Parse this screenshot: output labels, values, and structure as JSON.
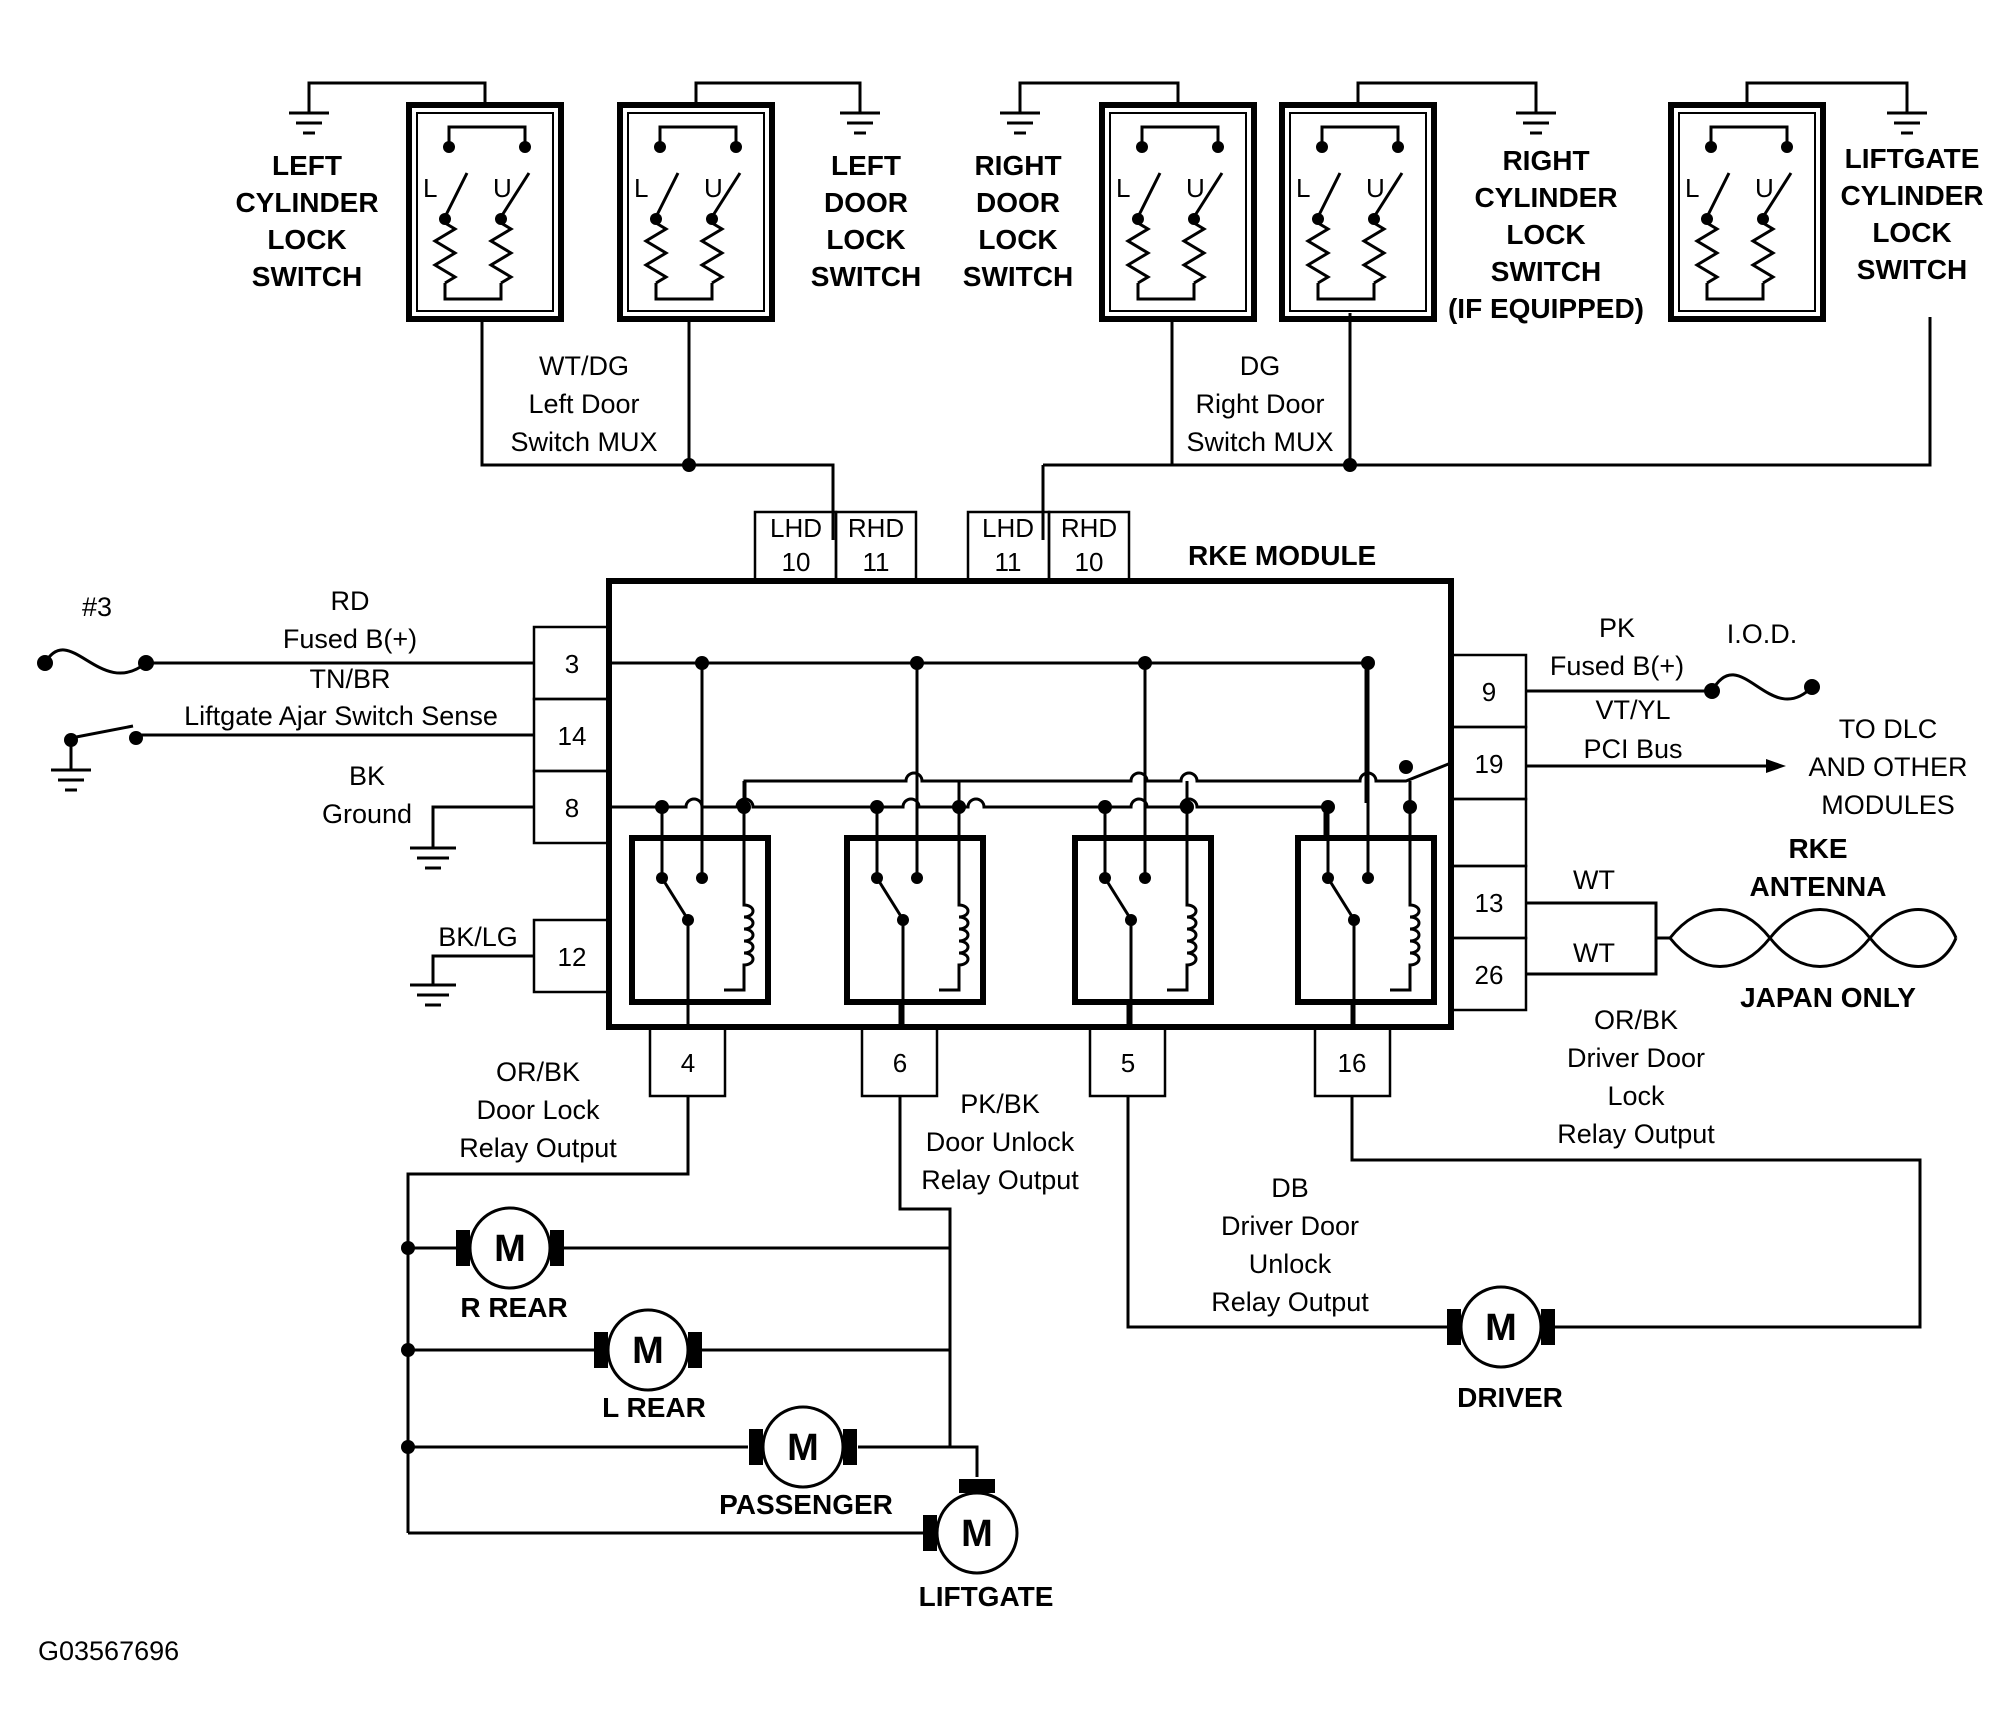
{
  "figure_id": "G03567696",
  "module": {
    "title": "RKE MODULE"
  },
  "switches": [
    {
      "lines": [
        "LEFT",
        "CYLINDER",
        "LOCK",
        "SWITCH"
      ]
    },
    {
      "lines": [
        "LEFT",
        "DOOR",
        "LOCK",
        "SWITCH"
      ]
    },
    {
      "lines": [
        "RIGHT",
        "DOOR",
        "LOCK",
        "SWITCH"
      ]
    },
    {
      "lines": [
        "RIGHT",
        "CYLINDER",
        "LOCK",
        "SWITCH",
        "(IF EQUIPPED)"
      ]
    },
    {
      "lines": [
        "LIFTGATE",
        "CYLINDER",
        "LOCK",
        "SWITCH"
      ]
    }
  ],
  "switch_contact_labels": {
    "lock": "L",
    "unlock": "U"
  },
  "mux": {
    "left": [
      "WT/DG",
      "Left Door",
      "Switch MUX"
    ],
    "right": [
      "DG",
      "Right Door",
      "Switch MUX"
    ]
  },
  "top_pins": [
    {
      "label": "LHD",
      "num": "10"
    },
    {
      "label": "RHD",
      "num": "11"
    },
    {
      "label": "LHD",
      "num": "11"
    },
    {
      "label": "RHD",
      "num": "10"
    }
  ],
  "left_pins": [
    "3",
    "14",
    "8",
    "12"
  ],
  "right_pins": [
    "9",
    "19",
    "13",
    "26"
  ],
  "bottom_pins": [
    "4",
    "6",
    "5",
    "16"
  ],
  "left_labels": {
    "fuse_num": "#3",
    "rd": "RD",
    "fused_b": "Fused B(+)",
    "tnbr": "TN/BR",
    "liftgate_ajar": "Liftgate Ajar Switch Sense",
    "bk": "BK",
    "ground": "Ground",
    "bklg": "BK/LG"
  },
  "right_labels": {
    "pk": "PK",
    "fused_b": "Fused B(+)",
    "iod": "I.O.D.",
    "vtyl": "VT/YL",
    "pci": "PCI Bus",
    "dlc": [
      "TO DLC",
      "AND OTHER",
      "MODULES"
    ],
    "wt1": "WT",
    "wt2": "WT",
    "antenna": [
      "RKE",
      "ANTENNA"
    ],
    "japan": "JAPAN ONLY"
  },
  "outputs": {
    "lock": [
      "OR/BK",
      "Door Lock",
      "Relay Output"
    ],
    "unlock": [
      "PK/BK",
      "Door Unlock",
      "Relay Output"
    ],
    "driver_unlock": [
      "DB",
      "Driver Door",
      "Unlock",
      "Relay Output"
    ],
    "driver_lock": [
      "OR/BK",
      "Driver Door",
      "Lock",
      "Relay Output"
    ]
  },
  "motors": {
    "symbol": "M",
    "r_rear": "R REAR",
    "l_rear": "L REAR",
    "passenger": "PASSENGER",
    "liftgate": "LIFTGATE",
    "driver": "DRIVER"
  }
}
